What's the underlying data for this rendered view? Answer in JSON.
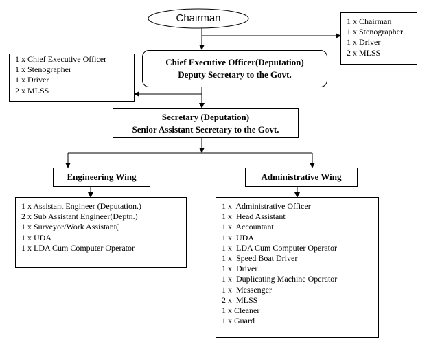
{
  "chairman": {
    "label": "Chairman"
  },
  "chairman_staff": {
    "items": [
      "1 x Chairman",
      "1 x Stenographer",
      "1 x Driver",
      "2 x MLSS"
    ]
  },
  "ceo": {
    "line1": "Chief Executive Officer(Deputation)",
    "line2": "Deputy Secretary to the Govt."
  },
  "ceo_staff": {
    "items": [
      "1 x Chief Executive Officer",
      "1 x Stenographer",
      "1 x Driver",
      "2 x MLSS"
    ]
  },
  "secretary": {
    "line1": "Secretary (Deputation)",
    "line2": "Senior Assistant Secretary to the Govt."
  },
  "engineering_wing": {
    "label": "Engineering Wing",
    "items": [
      "1 x Assistant Engineer (Deputation.)",
      "2 x Sub Assistant Engineer(Deptn.)",
      "1 x Surveyor/Work Assistant(",
      "1 x UDA",
      "1 x LDA Cum Computer Operator"
    ]
  },
  "administrative_wing": {
    "label": "Administrative Wing",
    "items": [
      "1 x  Administrative Officer",
      "1 x  Head Assistant",
      "1 x  Accountant",
      "1 x  UDA",
      "1 x  LDA Cum Computer Operator",
      "1 x  Speed Boat Driver",
      "1 x  Driver",
      "1 x  Duplicating Machine Operator",
      "1 x  Messenger",
      "2 x  MLSS",
      "1 x Cleaner",
      "1 x Guard"
    ]
  }
}
